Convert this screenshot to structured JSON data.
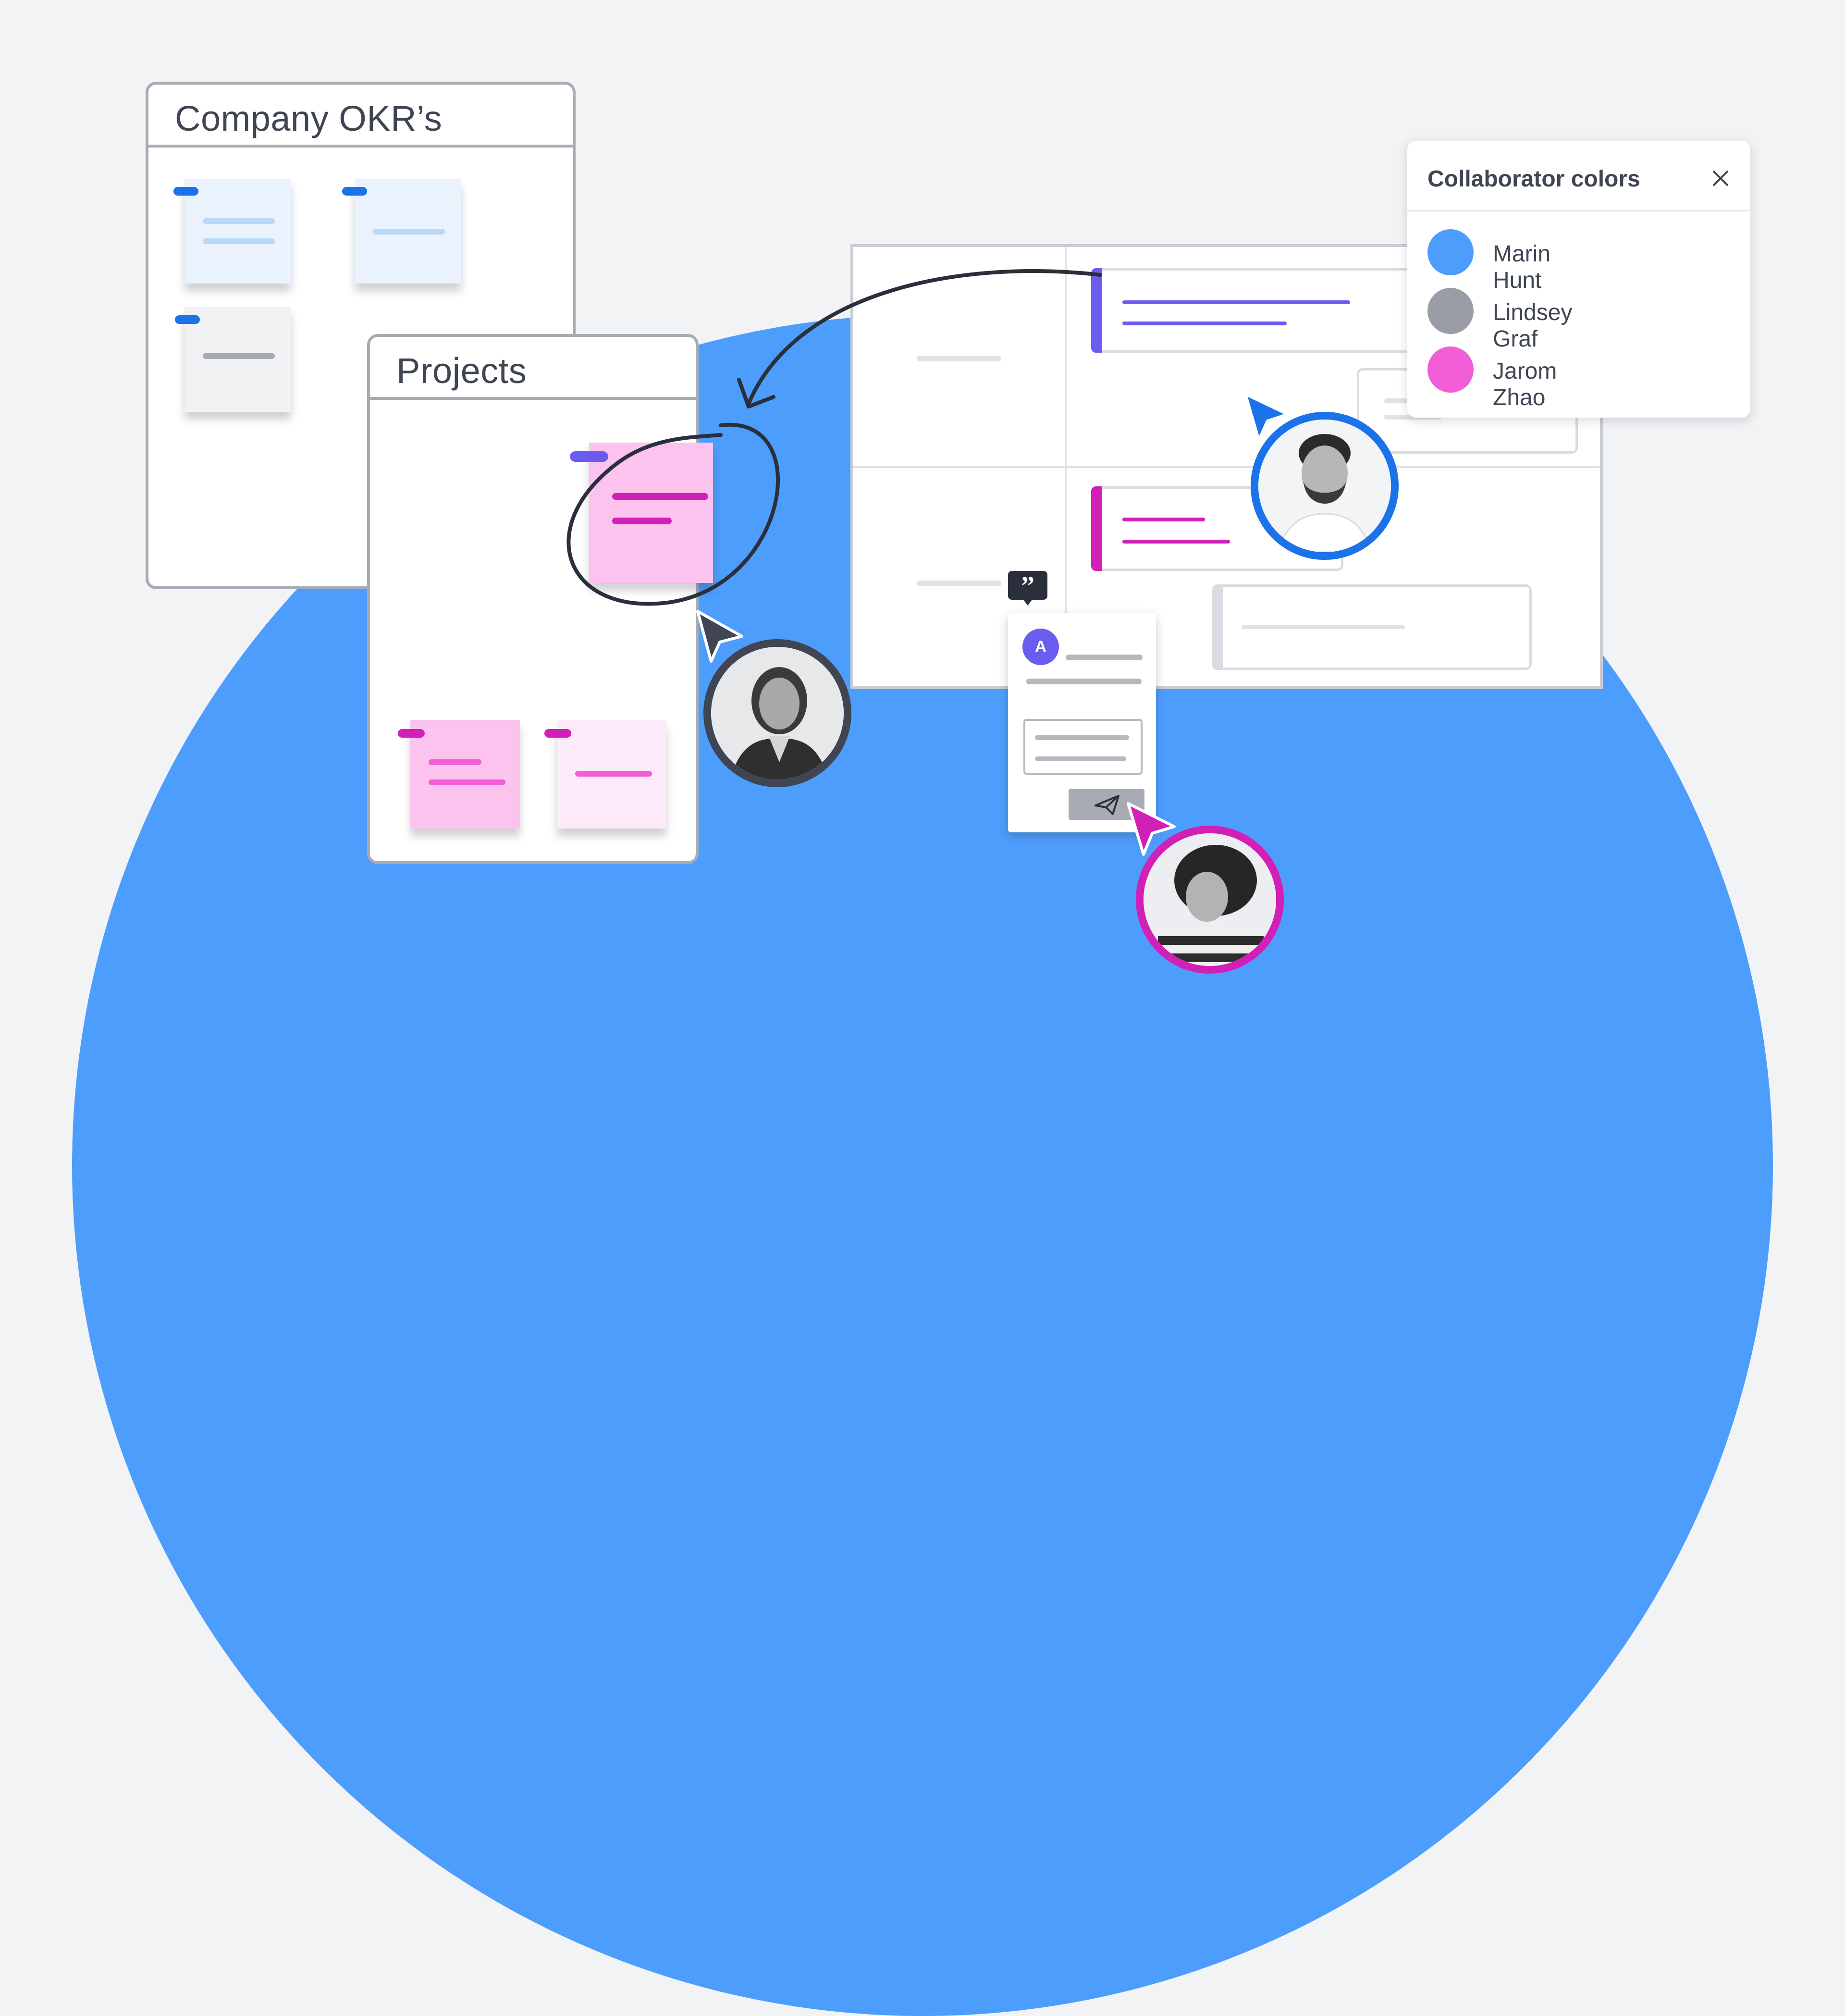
{
  "frames": {
    "okr": {
      "title": "Company OKR’s"
    },
    "projects": {
      "title": "Projects"
    }
  },
  "collaborator_panel": {
    "title": "Collaborator colors",
    "close_icon": "close-icon",
    "items": [
      {
        "name": "Marin Hunt",
        "color": "#4d9dfc"
      },
      {
        "name": "Lindsey Graf",
        "color": "#9a9da5"
      },
      {
        "name": "Jarom Zhao",
        "color": "#f15ed6"
      }
    ]
  },
  "comment": {
    "avatar_initial": "A",
    "quote_icon": "quote-icon",
    "send_icon": "send-icon"
  },
  "colors": {
    "background": "#f2f3f5",
    "blob": "#4d9dfc",
    "accent_blue": "#1a73e8",
    "accent_purple": "#6b5cf0",
    "accent_magenta": "#d21fb5",
    "frame_border": "#a7abb3"
  }
}
